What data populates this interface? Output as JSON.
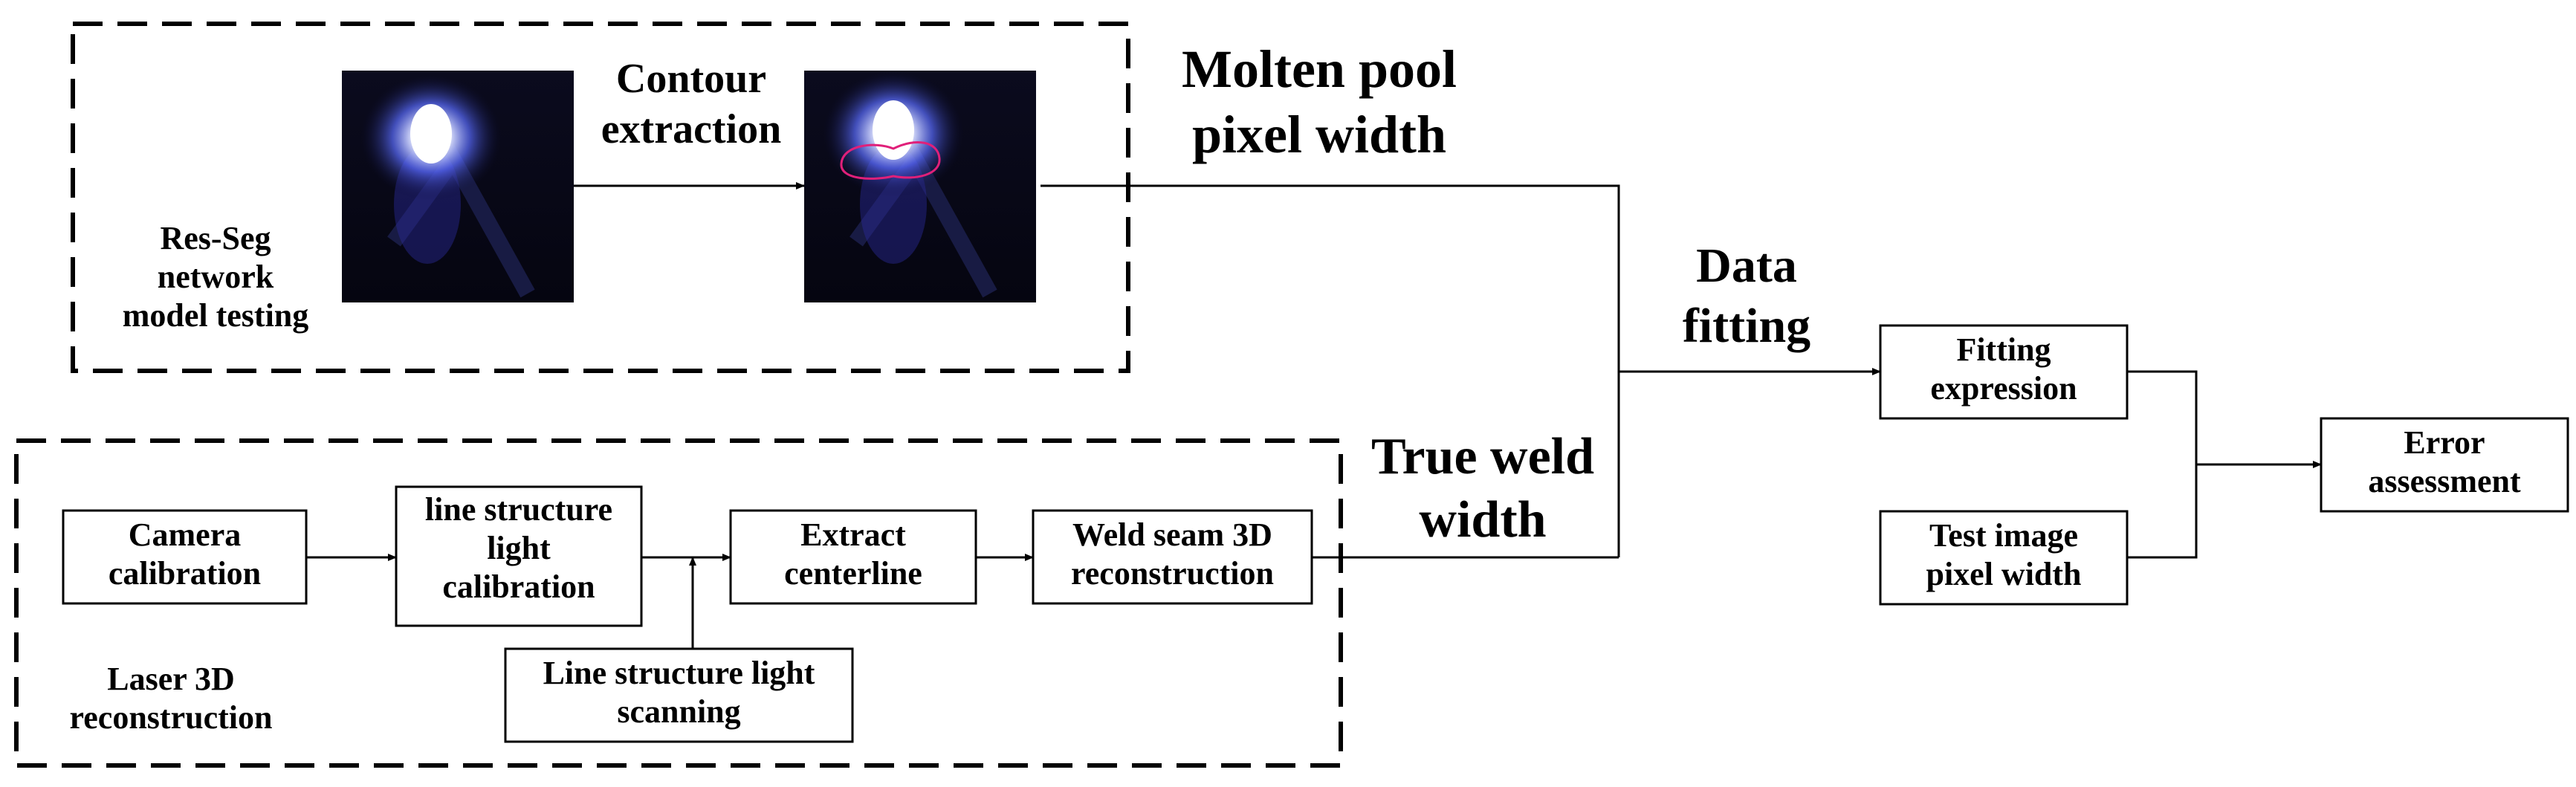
{
  "top_group": {
    "label": [
      "Res-Seg",
      "network",
      "model testing"
    ],
    "arrow_label": [
      "Contour",
      "extraction"
    ]
  },
  "side_labels": {
    "molten_pool": [
      "Molten pool",
      "pixel width"
    ],
    "data_fitting": [
      "Data",
      "fitting"
    ],
    "true_weld": [
      "True weld",
      "width"
    ]
  },
  "bottom_group": {
    "label": [
      "Laser 3D",
      "reconstruction"
    ],
    "camera_calibration": [
      "Camera",
      "calibration"
    ],
    "line_light_calibration": [
      "line structure",
      "light",
      "calibration"
    ],
    "line_light_scanning": [
      "Line structure light",
      "scanning"
    ],
    "extract_centerline": [
      "Extract",
      "centerline"
    ],
    "weld_seam_reconstruction": [
      "Weld seam 3D",
      "reconstruction"
    ]
  },
  "right_boxes": {
    "fitting_expression": [
      "Fitting",
      "expression"
    ],
    "test_image_width": [
      "Test image",
      "pixel width"
    ],
    "error_assessment": [
      "Error",
      "assessment"
    ]
  },
  "colors": {
    "line": "#000000",
    "contour": "#e0207a",
    "photo_bg": "#000000"
  }
}
